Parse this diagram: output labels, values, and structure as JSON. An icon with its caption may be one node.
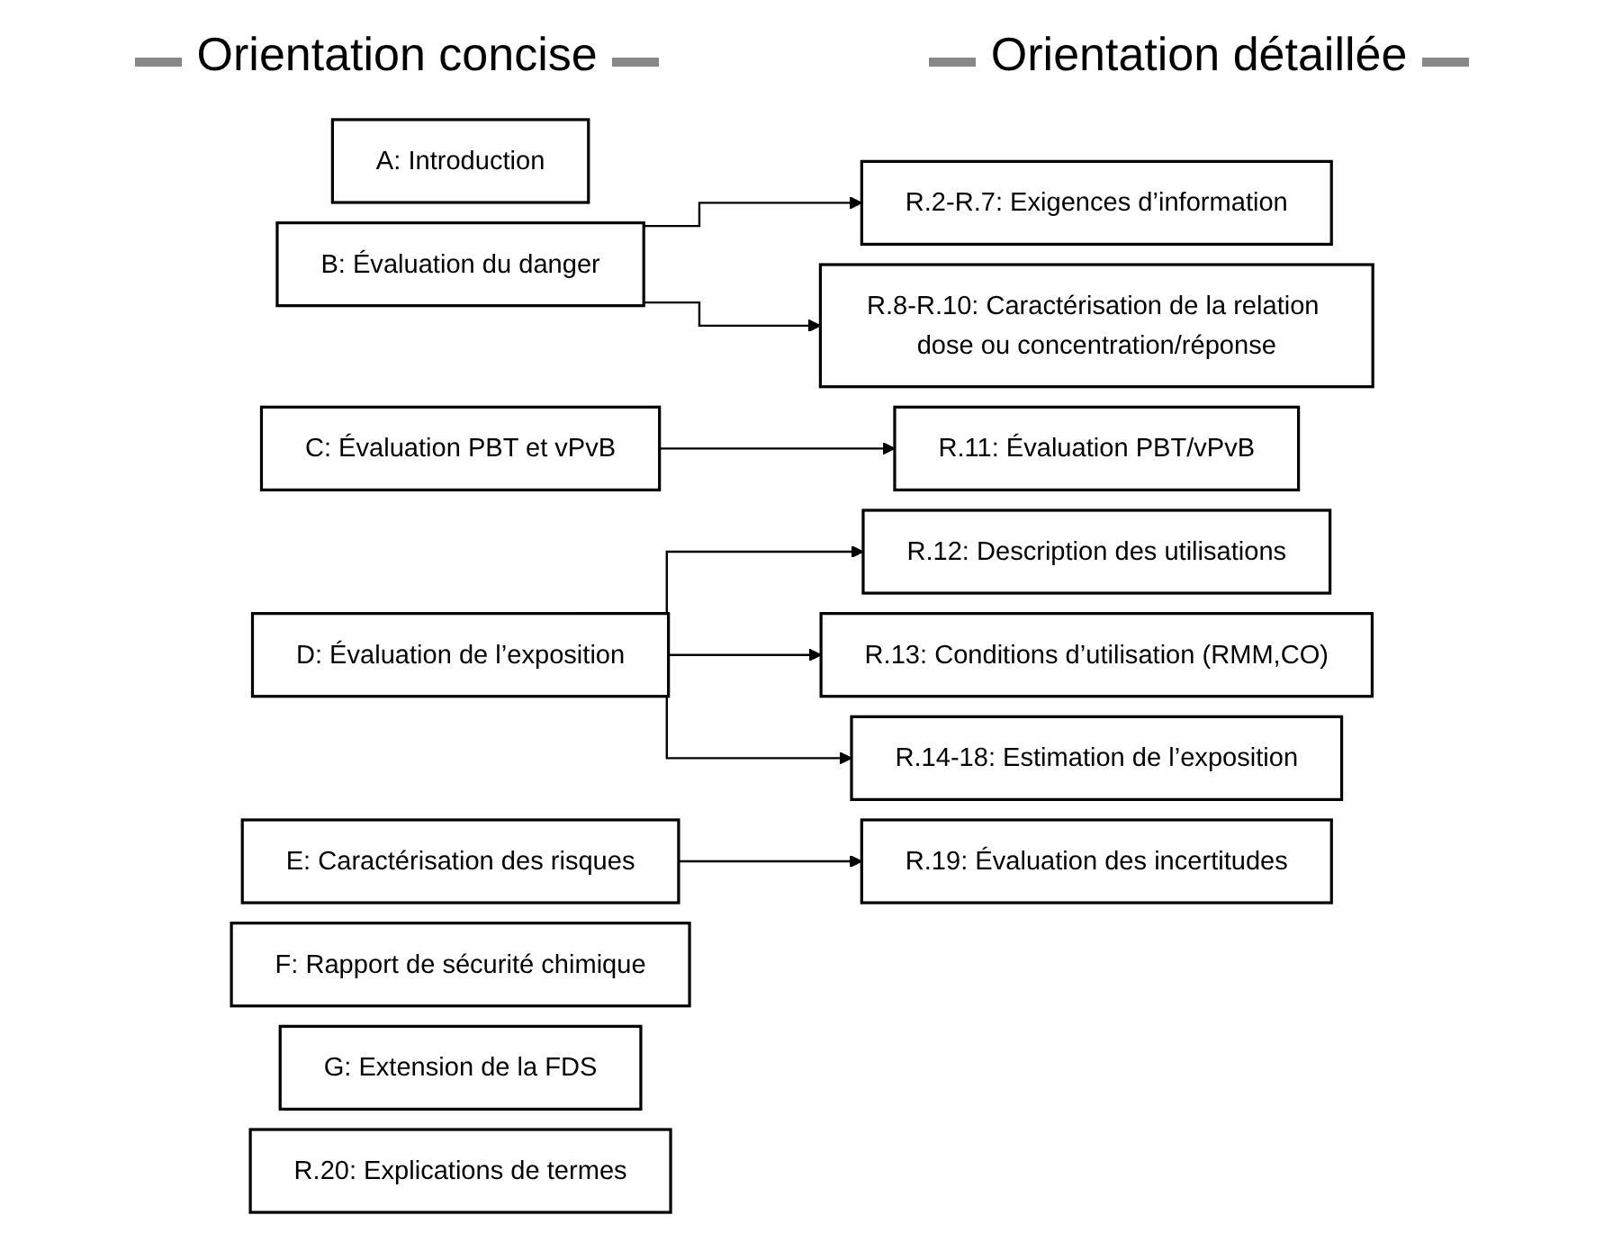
{
  "diagram": {
    "nodes": [
      {
        "text": [
          "A: Introduction"
        ]
      },
      {
        "text": [
          "B: Évaluation du danger"
        ]
      },
      {
        "text": [
          "C: Évaluation PBT et vPvB"
        ]
      },
      {
        "text": [
          "D: Évaluation de l’exposition"
        ]
      },
      {
        "text": [
          "E: Caractérisation des risques"
        ]
      },
      {
        "text": [
          "F: Rapport de sécurité chimique"
        ]
      },
      {
        "text": [
          "G: Extension de la FDS"
        ]
      },
      {
        "text": [
          "R.2-R.7: Exigences d’information"
        ]
      },
      {
        "text": [
          "R.8-R.10: Caractérisation de la relation dose ou concentration/réponse"
        ]
      },
      {
        "text": [
          "R.11: Évaluation PBT/vPvB"
        ]
      },
      {
        "text": [
          "R.12: Description des utilisations"
        ]
      },
      {
        "text": [
          "R.13: Conditions d’utilisation (RMM,CO)"
        ]
      },
      {
        "text": [
          "R.14-18: Estimation de l’exposition"
        ]
      },
      {
        "text": [
          "R.19: Évaluation des incertitudes"
        ]
      },
      {
        "text": [
          "R.20: Explications de termes"
        ]
      }
    ],
    "edges": [
      {
        "from": 1,
        "to": 7,
        "arrow": "to"
      },
      {
        "from": 1,
        "to": 8,
        "arrow": "to"
      },
      {
        "from": 2,
        "to": 9,
        "arrow": "to"
      },
      {
        "from": 3,
        "to": 10,
        "arrow": "to"
      },
      {
        "from": 3,
        "to": 11,
        "arrow": "to"
      },
      {
        "from": 3,
        "to": 12,
        "arrow": "to"
      },
      {
        "from": 4,
        "to": 13,
        "arrow": "to"
      }
    ],
    "labels": [
      "Orientation concise",
      "Orientation détaillée"
    ]
  }
}
